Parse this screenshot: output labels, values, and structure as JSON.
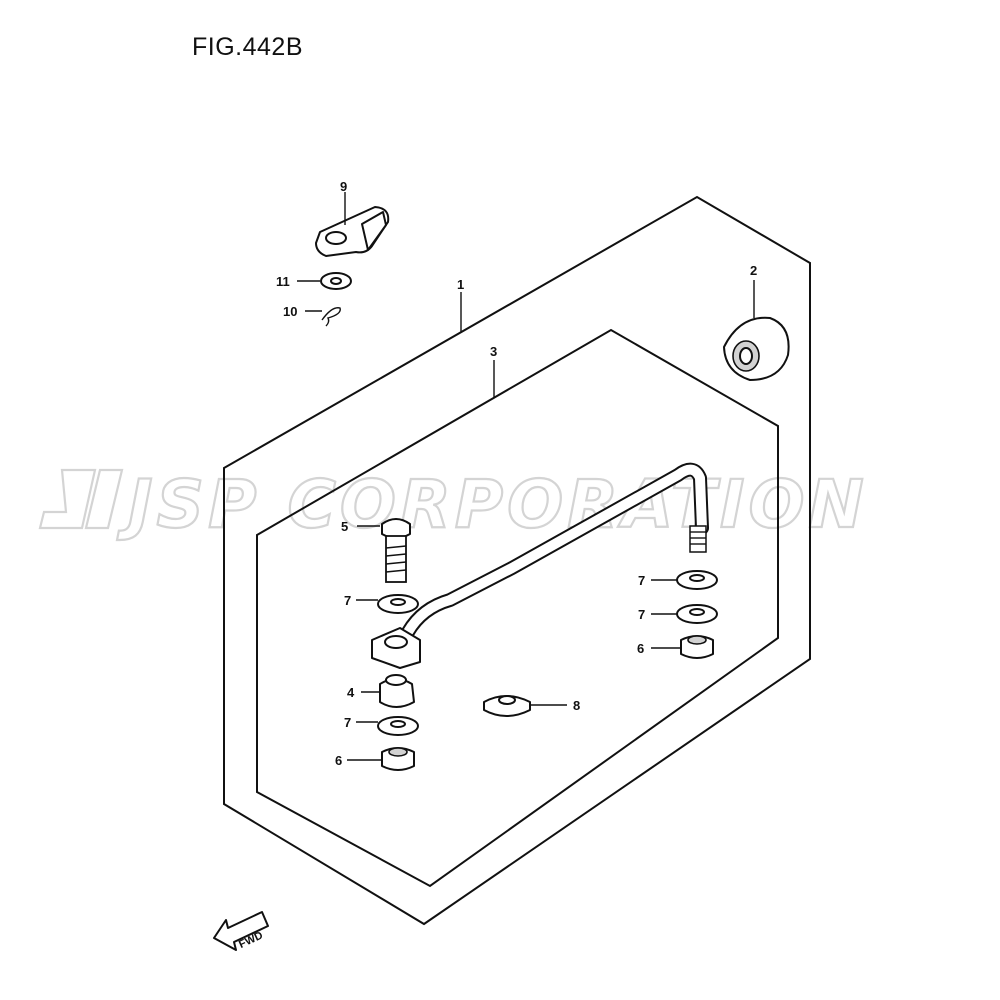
{
  "title": "FIG.442B",
  "watermark": "JSP CORPORATION",
  "fwd_label": "FWD",
  "callouts": {
    "c1": "1",
    "c2": "2",
    "c3": "3",
    "c4": "4",
    "c5": "5",
    "c6a": "6",
    "c6b": "6",
    "c7a": "7",
    "c7b": "7",
    "c7c": "7",
    "c7d": "7",
    "c8": "8",
    "c9": "9",
    "c10": "10",
    "c11": "11"
  }
}
